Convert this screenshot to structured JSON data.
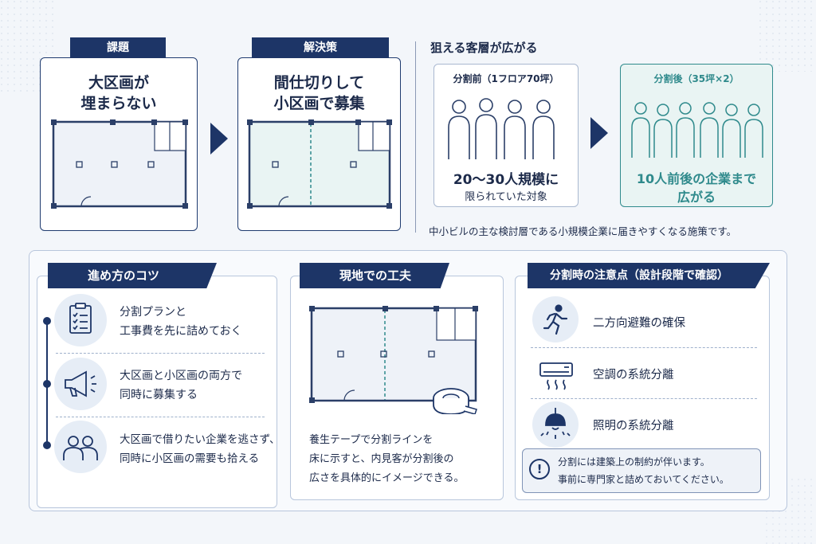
{
  "top": {
    "problem": {
      "tab": "課題",
      "line1": "大区画が",
      "line2": "埋まらない"
    },
    "solution": {
      "tab": "解決策",
      "line1": "間仕切りして",
      "line2": "小区画で募集"
    },
    "target": {
      "title": "狙える客層が広がる",
      "before": {
        "label": "分割前（1フロア70坪）",
        "line1": "20〜30人規模に",
        "line2": "限られていた対象"
      },
      "after": {
        "label": "分割後（35坪×2）",
        "line1": "10人前後の企業まで",
        "line2": "広がる"
      },
      "note": "中小ビルの主な検討層である小規模企業に届きやすくなる施策です。"
    }
  },
  "tips": {
    "title": "進め方のコツ",
    "items": [
      {
        "icon": "clipboard-checklist-icon",
        "line1": "分割プランと",
        "line2": "工事費を先に詰めておく"
      },
      {
        "icon": "megaphone-icon",
        "line1": "大区画と小区画の両方で",
        "line2": "同時に募集する"
      },
      {
        "icon": "people-icon",
        "line1": "大区画で借りたい企業を逃さず、",
        "line2": "同時に小区画の需要も拾える"
      }
    ]
  },
  "onsite": {
    "title": "現地での工夫",
    "line1": "養生テープで分割ラインを",
    "line2": "床に示すと、内見客が分割後の",
    "line3": "広さを具体的にイメージできる。"
  },
  "caution": {
    "title": "分割時の注意点（設計段階で確認）",
    "items": [
      {
        "icon": "running-person-icon",
        "label": "二方向避難の確保"
      },
      {
        "icon": "air-conditioner-icon",
        "label": "空調の系統分離"
      },
      {
        "icon": "ceiling-lamp-icon",
        "label": "照明の系統分離"
      }
    ],
    "warning": {
      "line1": "分割には建築上の制約が伴います。",
      "line2": "事前に専門家と詰めておいてください。"
    }
  },
  "colors": {
    "navy": "#1d3567",
    "teal": "#2f8a8c",
    "light_teal": "#e9f4f3"
  }
}
